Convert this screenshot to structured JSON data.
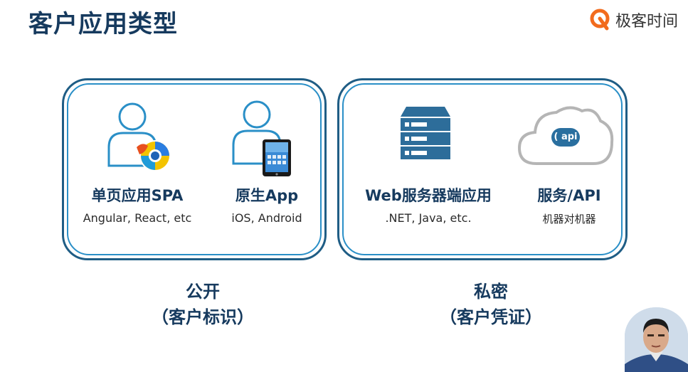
{
  "slide": {
    "title": "客户应用类型"
  },
  "brand": {
    "name": "极客时间"
  },
  "public_group": {
    "caption_line1": "公开",
    "caption_line2": "（客户标识）",
    "items": [
      {
        "title": "单页应用SPA",
        "subtitle": "Angular, React, etc"
      },
      {
        "title": "原生App",
        "subtitle": "iOS, Android"
      }
    ]
  },
  "private_group": {
    "caption_line1": "私密",
    "caption_line2": "（客户凭证）",
    "items": [
      {
        "title": "Web服务器端应用",
        "subtitle": ".NET, Java, etc."
      },
      {
        "title": "服务/API",
        "subtitle": "机器对机器"
      }
    ]
  },
  "icons": {
    "cloud_label": "( api )"
  },
  "colors": {
    "title": "#163a5e",
    "border_outer": "#1f5d85",
    "border_inner": "#2a8fc7",
    "icon_blue": "#2a8fc7",
    "server_blue": "#2d6d9a",
    "brand_orange": "#f26b1d"
  }
}
